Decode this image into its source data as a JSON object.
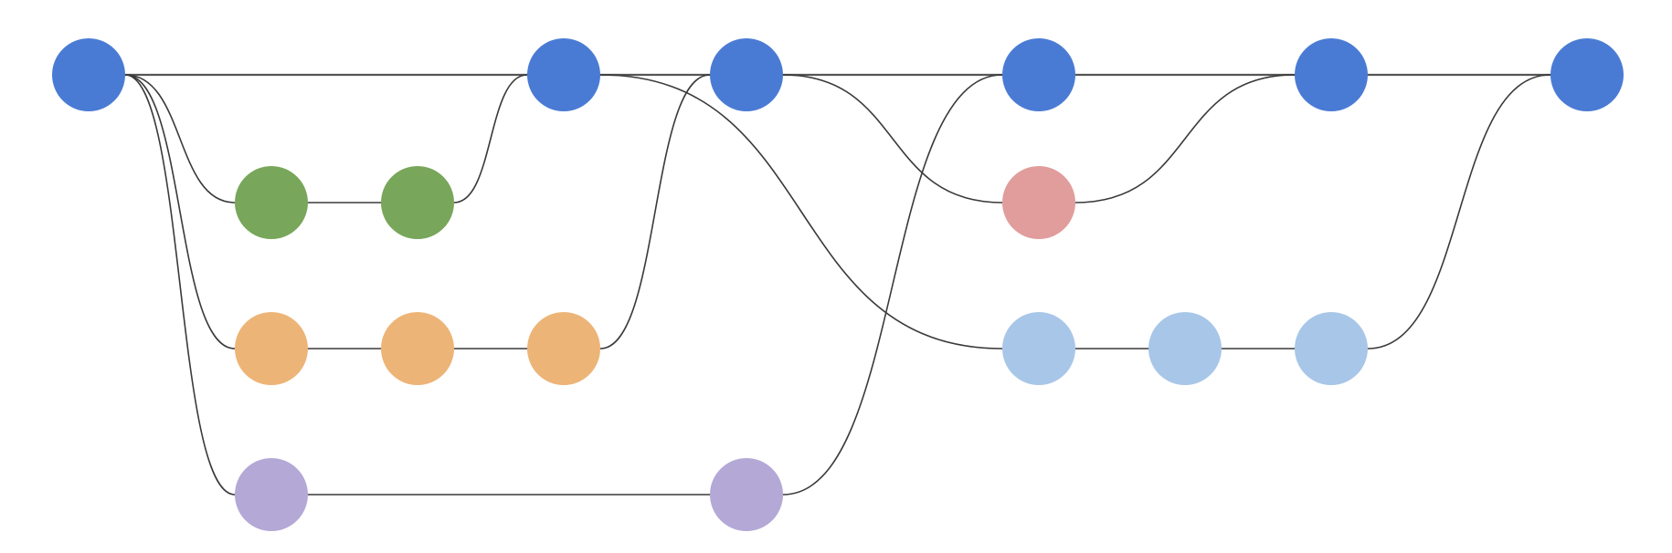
{
  "colors": {
    "main": "#4a7bd4",
    "feature_green": "#78a65a",
    "feature_orange": "#edb477",
    "feature_purple": "#b3a8d6",
    "hotfix_red": "#e09d9c",
    "feature_lightblue": "#a8c6e8",
    "edge": "#3a3a3a",
    "background": "#ffffff"
  },
  "branches": [
    {
      "id": "main",
      "color_key": "main"
    },
    {
      "id": "green",
      "color_key": "feature_green"
    },
    {
      "id": "orange",
      "color_key": "feature_orange"
    },
    {
      "id": "purple",
      "color_key": "feature_purple"
    },
    {
      "id": "red",
      "color_key": "hotfix_red"
    },
    {
      "id": "lightblue",
      "color_key": "feature_lightblue"
    }
  ],
  "commits": [
    {
      "id": "m1",
      "branch": "main"
    },
    {
      "id": "m2",
      "branch": "main"
    },
    {
      "id": "m3",
      "branch": "main"
    },
    {
      "id": "m4",
      "branch": "main"
    },
    {
      "id": "m5",
      "branch": "main"
    },
    {
      "id": "m6",
      "branch": "main"
    },
    {
      "id": "g1",
      "branch": "green"
    },
    {
      "id": "g2",
      "branch": "green"
    },
    {
      "id": "o1",
      "branch": "orange"
    },
    {
      "id": "o2",
      "branch": "orange"
    },
    {
      "id": "o3",
      "branch": "orange"
    },
    {
      "id": "p1",
      "branch": "purple"
    },
    {
      "id": "p2",
      "branch": "purple"
    },
    {
      "id": "r1",
      "branch": "red"
    },
    {
      "id": "l1",
      "branch": "lightblue"
    },
    {
      "id": "l2",
      "branch": "lightblue"
    },
    {
      "id": "l3",
      "branch": "lightblue"
    }
  ],
  "edges": [
    {
      "from": "m1",
      "to": "m2",
      "kind": "straight"
    },
    {
      "from": "m2",
      "to": "m3",
      "kind": "straight"
    },
    {
      "from": "m3",
      "to": "m4",
      "kind": "straight"
    },
    {
      "from": "m4",
      "to": "m5",
      "kind": "straight"
    },
    {
      "from": "m5",
      "to": "m6",
      "kind": "straight"
    },
    {
      "from": "m1",
      "to": "g1",
      "kind": "branch"
    },
    {
      "from": "g1",
      "to": "g2",
      "kind": "straight"
    },
    {
      "from": "g2",
      "to": "m2",
      "kind": "merge"
    },
    {
      "from": "m1",
      "to": "o1",
      "kind": "branch"
    },
    {
      "from": "o1",
      "to": "o2",
      "kind": "straight"
    },
    {
      "from": "o2",
      "to": "o3",
      "kind": "straight"
    },
    {
      "from": "o3",
      "to": "m3",
      "kind": "merge"
    },
    {
      "from": "m1",
      "to": "p1",
      "kind": "branch"
    },
    {
      "from": "p1",
      "to": "p2",
      "kind": "straight"
    },
    {
      "from": "p2",
      "to": "m4",
      "kind": "merge"
    },
    {
      "from": "m3",
      "to": "r1",
      "kind": "branch"
    },
    {
      "from": "r1",
      "to": "m5",
      "kind": "merge"
    },
    {
      "from": "m2",
      "to": "l1",
      "kind": "branch"
    },
    {
      "from": "l1",
      "to": "l2",
      "kind": "straight"
    },
    {
      "from": "l2",
      "to": "l3",
      "kind": "straight"
    },
    {
      "from": "l3",
      "to": "m6",
      "kind": "merge"
    }
  ]
}
